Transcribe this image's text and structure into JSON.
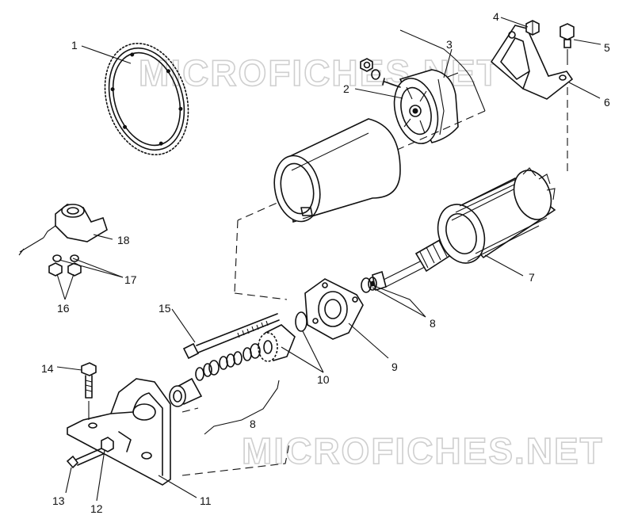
{
  "watermark": "MICROFICHES.NET",
  "callouts": {
    "c1": "1",
    "c2": "2",
    "c3": "3",
    "c4": "4",
    "c5": "5",
    "c6": "6",
    "c7": "7",
    "c8a": "8",
    "c8b": "8",
    "c9": "9",
    "c10": "10",
    "c11": "11",
    "c12": "12",
    "c13": "13",
    "c14": "14",
    "c15": "15",
    "c16": "16",
    "c17": "17",
    "c18": "18"
  }
}
